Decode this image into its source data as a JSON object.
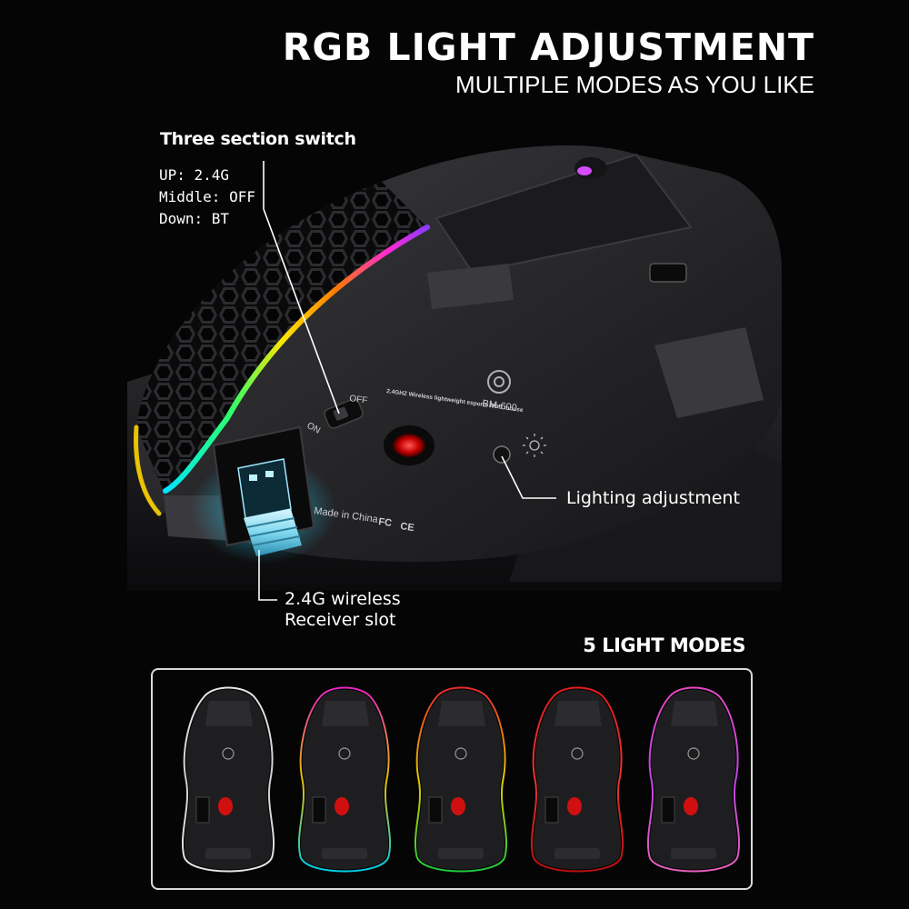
{
  "header": {
    "title": "RGB LIGHT ADJUSTMENT",
    "subtitle": "MULTIPLE MODES AS YOU LIKE"
  },
  "switch_info": {
    "heading": "Three section switch",
    "lines": [
      "UP: 2.4G",
      "Middle: OFF",
      "Down: BT"
    ]
  },
  "mouse_bottom": {
    "brand_text": "BM-600",
    "spec_text": "2.4GHZ Wireless lightweight esports RGB mouse",
    "switch_on": "ON",
    "switch_off": "OFF",
    "made_in": "Made in China",
    "cert_fc": "FC",
    "cert_ce": "CE"
  },
  "callouts": {
    "lighting": "Lighting adjustment",
    "receiver_line1": "2.4G wireless",
    "receiver_line2": "Receiver slot"
  },
  "modes": {
    "title": "5 LIGHT MODES",
    "items": [
      {
        "name": "white",
        "colors": [
          "#ffffff",
          "#e6e6e6",
          "#ffffff"
        ]
      },
      {
        "name": "rainbow",
        "colors": [
          "#ff2ad4",
          "#ffd400",
          "#00e5ff"
        ]
      },
      {
        "name": "rainbow-red",
        "colors": [
          "#ff3030",
          "#ffe000",
          "#22e040"
        ]
      },
      {
        "name": "red",
        "colors": [
          "#ff1e1e",
          "#ff3b3b",
          "#d01010"
        ]
      },
      {
        "name": "pink",
        "colors": [
          "#ff4fd8",
          "#d84bff",
          "#ff6ad0"
        ]
      }
    ]
  },
  "colors": {
    "background": "#050506",
    "text": "#ffffff",
    "mouse_body": "#2a2a2d",
    "receiver_glow": "#1fd8ff"
  }
}
